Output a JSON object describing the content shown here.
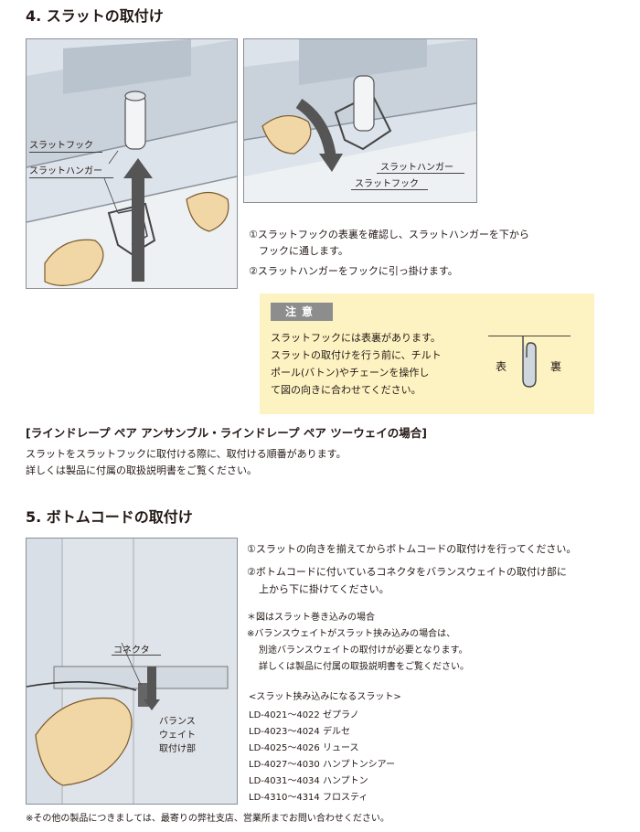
{
  "section4": {
    "title": "4. スラットの取付け",
    "fig1": {
      "label_hook": "スラットフック",
      "label_hanger": "スラットハンガー"
    },
    "fig2": {
      "label_hanger": "スラットハンガー",
      "label_hook": "スラットフック"
    },
    "steps": [
      "①スラットフックの表裏を確認し、スラットハンガーを下から",
      "フックに通します。",
      "②スラットハンガーをフックに引っ掛けます。"
    ],
    "caution": {
      "tag": "注意",
      "lines": [
        "スラットフックには表裏があります。",
        "スラットの取付けを行う前に、チルト",
        "ポール(バトン)やチェーンを操作し",
        "て図の向きに合わせてください。"
      ],
      "front": "表",
      "back": "裏"
    },
    "special_heading": "[ラインドレープ ペア アンサンブル・ラインドレープ ペア ツーウェイの場合]",
    "special_text": [
      "スラットをスラットフックに取付ける際に、取付ける順番があります。",
      "詳しくは製品に付属の取扱説明書をご覧ください。"
    ]
  },
  "section5": {
    "title": "5. ボトムコードの取付け",
    "fig": {
      "label_connector": "コネクタ",
      "label_balance": [
        "バランス",
        "ウェイト",
        "取付け部"
      ]
    },
    "steps": [
      "①スラットの向きを揃えてからボトムコードの取付けを行ってください。",
      "②ボトムコードに付いているコネクタをバランスウェイトの取付け部に",
      "上から下に掛けてください。"
    ],
    "notes": [
      "＊図はスラット巻き込みの場合",
      "※バランスウェイトがスラット挟み込みの場合は、",
      "別途バランスウェイトの取付けが必要となります。",
      "詳しくは製品に付属の取扱説明書をご覧ください。"
    ],
    "products_heading": "<スラット挟み込みになるスラット>",
    "products": [
      "LD-4021～4022 ゼプラノ",
      "LD-4023～4024 デルセ",
      "LD-4025～4026 リュース",
      "LD-4027～4030 ハンプトンシアー",
      "LD-4031～4034 ハンプトン",
      "LD-4310～4314 フロスティ"
    ]
  },
  "footer": "※その他の製品につきましては、最寄りの弊社支店、営業所までお問い合わせください。"
}
